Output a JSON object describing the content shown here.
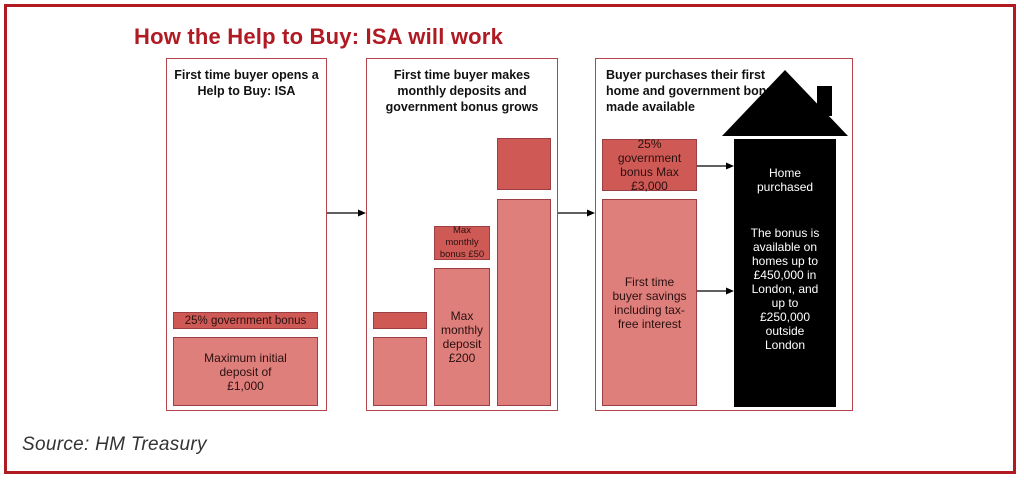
{
  "title": "How the Help to Buy: ISA will work",
  "panels": [
    {
      "heading": "First time buyer opens a Help to Buy: ISA"
    },
    {
      "heading": "First time buyer makes monthly deposits and government bonus grows"
    },
    {
      "heading": "Buyer purchases their first home and government bonus made available"
    }
  ],
  "panel1": {
    "bonus_label": "25% government bonus",
    "deposit_label": "Maximum initial deposit of £1,000"
  },
  "panel2": {
    "max_bonus_label": "Max monthly bonus £50",
    "max_deposit_label": "Max monthly deposit £200"
  },
  "panel3": {
    "bonus_label": "25% government bonus Max £3,000",
    "savings_label": "First time buyer savings including tax-free interest",
    "home_label": "Home purchased",
    "bonus_availability": "The bonus is available on homes up to £450,000 in London, and up to £250,000 outside London"
  },
  "source": "Source: HM Treasury",
  "colors": {
    "brand_red": "#b01a23",
    "box_light": "#df7f7b",
    "box_dark": "#cf5a55",
    "house": "#000000"
  }
}
